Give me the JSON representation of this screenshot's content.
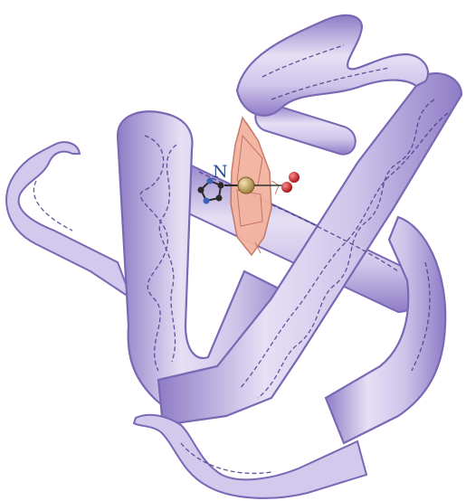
{
  "figure": {
    "kind": "protein ribbon diagram with heme group and bound ligand",
    "labels": {
      "nitrogen": "N"
    },
    "colors": {
      "tube_fill": "#c9bfe6",
      "tube_dark": "#8e7cc6",
      "tube_edge": "#7a68b5",
      "helix_dash": "#4a3a8a",
      "heme_fill": "#f3b3a0",
      "heme_edge": "#c47561",
      "iron": "#c7a15a",
      "oxygen": "#d02028",
      "imidazole_carbon": "#2a2a2a",
      "imidazole_nitrogen": "#3a63b8",
      "label_text": "#2b4f86"
    },
    "icons": {
      "protein_backbone": "protein-tube",
      "heme": "heme-porphyrin",
      "ligand": "oxygen-molecule",
      "proximal_histidine": "imidazole-ring"
    }
  }
}
